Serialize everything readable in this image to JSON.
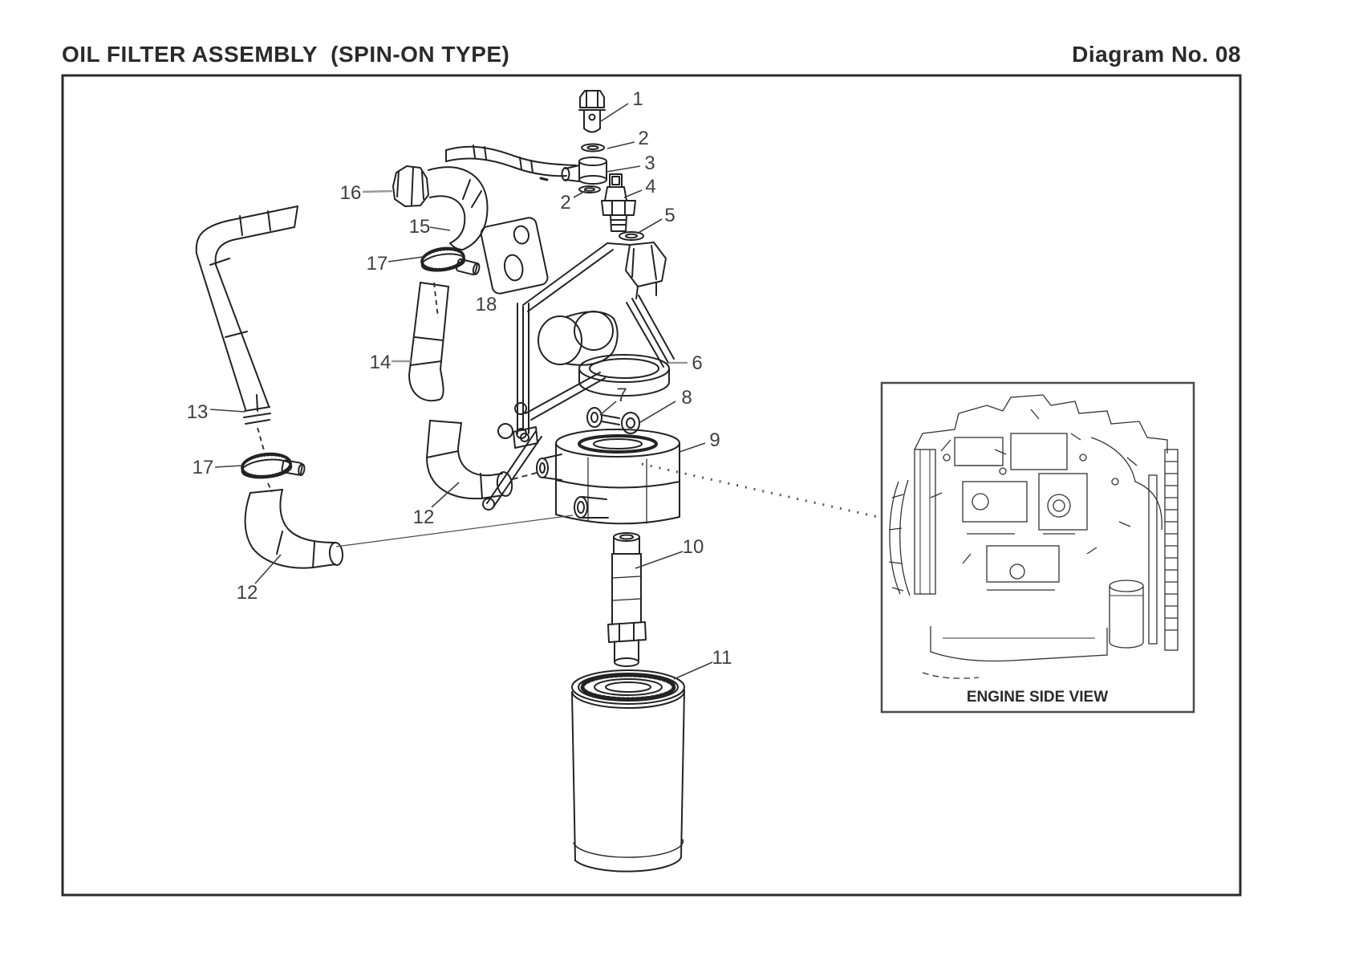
{
  "header": {
    "title": "OIL FILTER ASSEMBLY  (SPIN-ON TYPE)",
    "diagram_no": "Diagram No. 08"
  },
  "inset": {
    "caption": "ENGINE SIDE VIEW"
  },
  "colors": {
    "line": "#232323",
    "label": "#3f3f3f",
    "leader_dark": "#3f3f3f",
    "leader_gray": "#999999",
    "frame": "#2b2b2b",
    "background": "#ffffff"
  },
  "callouts": [
    {
      "label": "1"
    },
    {
      "label": "2"
    },
    {
      "label": "3"
    },
    {
      "label": "2"
    },
    {
      "label": "4"
    },
    {
      "label": "5"
    },
    {
      "label": "16"
    },
    {
      "label": "15"
    },
    {
      "label": "17"
    },
    {
      "label": "18"
    },
    {
      "label": "14"
    },
    {
      "label": "6"
    },
    {
      "label": "7"
    },
    {
      "label": "8"
    },
    {
      "label": "9"
    },
    {
      "label": "13"
    },
    {
      "label": "17"
    },
    {
      "label": "12"
    },
    {
      "label": "12"
    },
    {
      "label": "10"
    },
    {
      "label": "11"
    }
  ]
}
